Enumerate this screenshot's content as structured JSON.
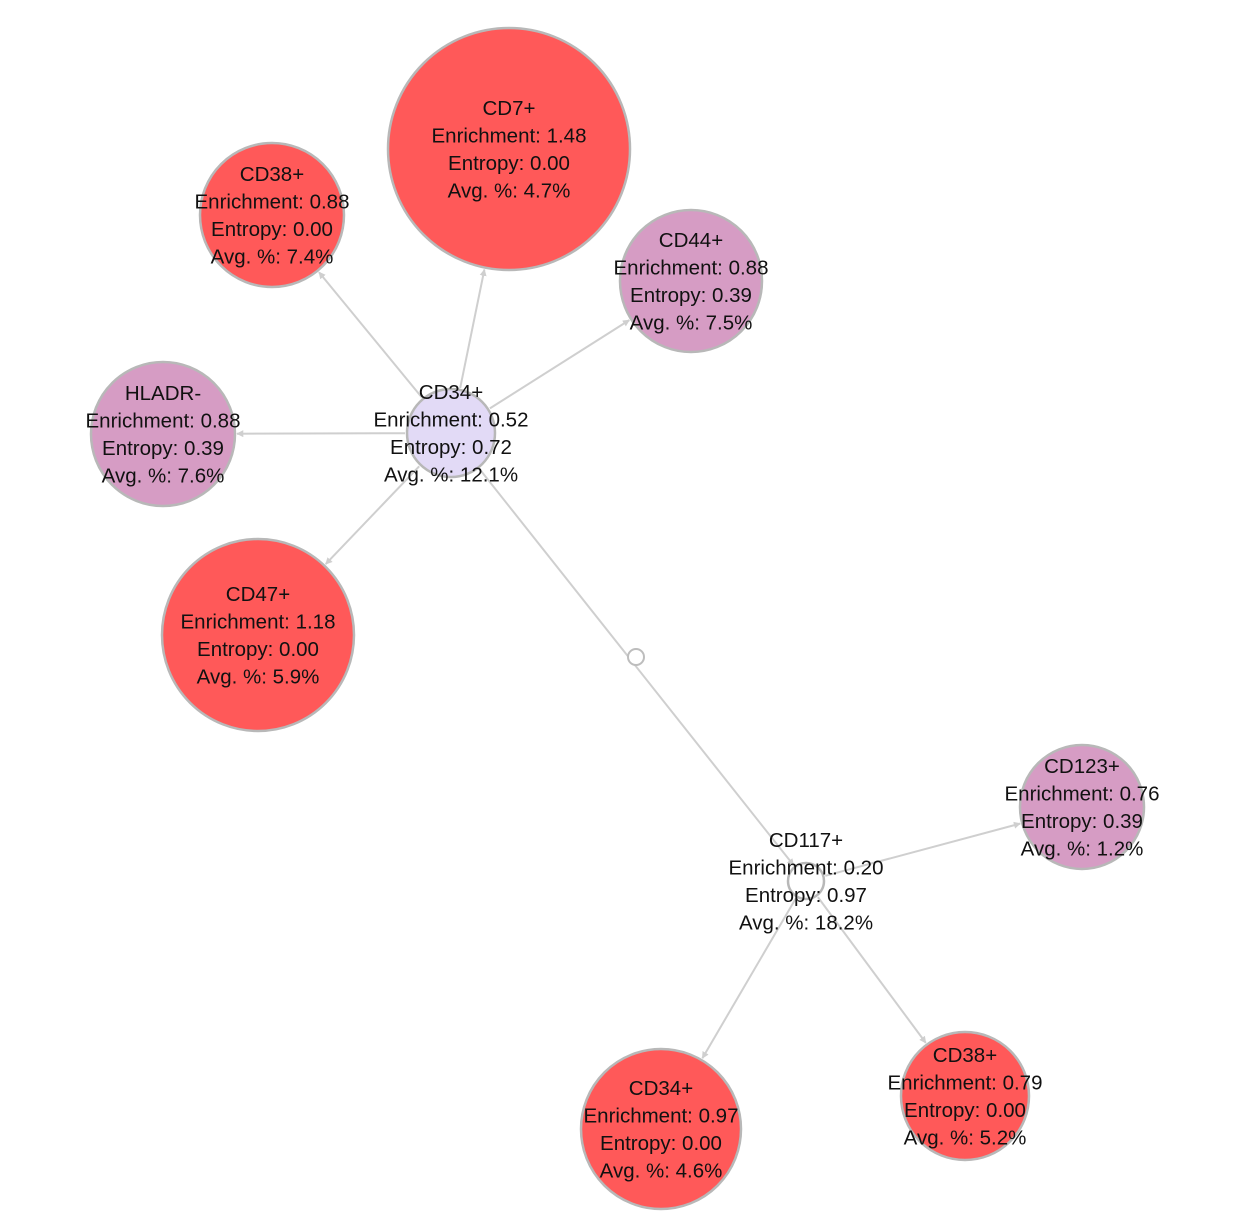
{
  "colors": {
    "high": "#ff5959",
    "mid": "#d69cc4",
    "low": "#e2daf6",
    "edge": "#cfcfcf",
    "outline": "#b8b8b8"
  },
  "nodes": [
    {
      "id": "cd34_root",
      "marker": "CD34+",
      "enrichment": "Enrichment: 0.52",
      "entropy": "Entropy: 0.72",
      "avg": "Avg. %: 12.1%",
      "fill": "low"
    },
    {
      "id": "cd7",
      "marker": "CD7+",
      "enrichment": "Enrichment: 1.48",
      "entropy": "Entropy: 0.00",
      "avg": "Avg. %: 4.7%",
      "fill": "high"
    },
    {
      "id": "cd38_top",
      "marker": "CD38+",
      "enrichment": "Enrichment: 0.88",
      "entropy": "Entropy: 0.00",
      "avg": "Avg. %: 7.4%",
      "fill": "high"
    },
    {
      "id": "cd44",
      "marker": "CD44+",
      "enrichment": "Enrichment: 0.88",
      "entropy": "Entropy: 0.39",
      "avg": "Avg. %: 7.5%",
      "fill": "mid"
    },
    {
      "id": "hladr",
      "marker": "HLADR-",
      "enrichment": "Enrichment: 0.88",
      "entropy": "Entropy: 0.39",
      "avg": "Avg. %: 7.6%",
      "fill": "mid"
    },
    {
      "id": "cd47",
      "marker": "CD47+",
      "enrichment": "Enrichment: 1.18",
      "entropy": "Entropy: 0.00",
      "avg": "Avg. %: 5.9%",
      "fill": "high"
    },
    {
      "id": "cd117",
      "marker": "CD117+",
      "enrichment": "Enrichment: 0.20",
      "entropy": "Entropy: 0.97",
      "avg": "Avg. %: 18.2%",
      "fill": "none"
    },
    {
      "id": "cd123",
      "marker": "CD123+",
      "enrichment": "Enrichment: 0.76",
      "entropy": "Entropy: 0.39",
      "avg": "Avg. %: 1.2%",
      "fill": "mid"
    },
    {
      "id": "cd34_child",
      "marker": "CD34+",
      "enrichment": "Enrichment: 0.97",
      "entropy": "Entropy: 0.00",
      "avg": "Avg. %: 4.6%",
      "fill": "high"
    },
    {
      "id": "cd38_bottom",
      "marker": "CD38+",
      "enrichment": "Enrichment: 0.79",
      "entropy": "Entropy: 0.00",
      "avg": "Avg. %: 5.2%",
      "fill": "high"
    }
  ],
  "edges": [
    {
      "from": "cd34_root",
      "to": "cd7"
    },
    {
      "from": "cd34_root",
      "to": "cd38_top"
    },
    {
      "from": "cd34_root",
      "to": "cd44"
    },
    {
      "from": "cd34_root",
      "to": "hladr"
    },
    {
      "from": "cd34_root",
      "to": "cd47"
    },
    {
      "from": "cd34_root",
      "to": "cd117"
    },
    {
      "from": "cd117",
      "to": "cd123"
    },
    {
      "from": "cd117",
      "to": "cd34_child"
    },
    {
      "from": "cd117",
      "to": "cd38_bottom"
    }
  ]
}
